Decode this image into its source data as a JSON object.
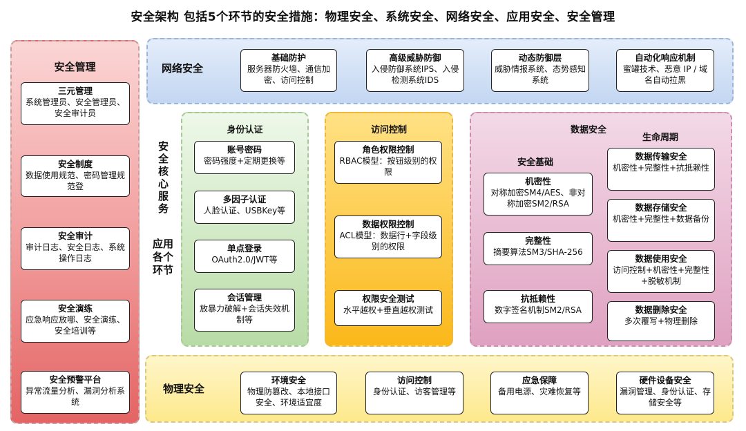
{
  "title": "安全架构 包括5个环节的安全措施：物理安全、系统安全、网络安全、应用安全、安全管理",
  "management": {
    "label": "安全管理",
    "items": [
      {
        "title": "三元管理",
        "desc": "系统管理员、安全管理员、安全审计员"
      },
      {
        "title": "安全制度",
        "desc": "数据使用规范、密码管理规范登"
      },
      {
        "title": "安全审计",
        "desc": "审计日志、安全日志、系统操作日志"
      },
      {
        "title": "安全演练",
        "desc": "应急响应放哪、安全演练、安全培训等"
      },
      {
        "title": "安全预警平台",
        "desc": "异常流量分析、漏洞分析系统"
      }
    ]
  },
  "network": {
    "label": "网络安全",
    "items": [
      {
        "title": "基础防护",
        "desc": "服务器防火墙、通信加密、访问控制"
      },
      {
        "title": "高级威胁防御",
        "desc": "入侵防御系统IPS、入侵检测系统IDS"
      },
      {
        "title": "动态防御层",
        "desc": "威胁情报系统、态势感知系统"
      },
      {
        "title": "自动化响应机制",
        "desc": "蜜罐技术、恶意 IP / 域名自动拉黑"
      }
    ]
  },
  "center_labels": {
    "core": "安全核心服务",
    "app": "应用各个环节"
  },
  "auth": {
    "label": "身份认证",
    "items": [
      {
        "title": "账号密码",
        "desc": "密码强度+定期更换等"
      },
      {
        "title": "多因子认证",
        "desc": "人脸认证、USBKey等"
      },
      {
        "title": "单点登录",
        "desc": "OAuth2.0/JWT等"
      },
      {
        "title": "会话管理",
        "desc": "放暴力破解+会话失效机制等"
      }
    ]
  },
  "access": {
    "label": "访问控制",
    "items": [
      {
        "title": "角色权限控制",
        "desc": "RBAC模型：按钮级别的权限"
      },
      {
        "title": "数据权限控制",
        "desc": "ACL模型：数据行+字段级别的权限"
      },
      {
        "title": "权限安全测试",
        "desc": "水平越权+垂直越权测试"
      }
    ]
  },
  "data_security": {
    "label": "数据安全",
    "base_label": "安全基础",
    "base_items": [
      {
        "title": "机密性",
        "desc": "对称加密SM4/AES、非对称加密SM2/RSA"
      },
      {
        "title": "完整性",
        "desc": "摘要算法SM3/SHA-256"
      },
      {
        "title": "抗抵赖性",
        "desc": "数字签名机制SM2/RSA"
      }
    ],
    "lifecycle_label": "生命周期",
    "lifecycle_items": [
      {
        "title": "数据传输安全",
        "desc": "机密性+完整性+抗抵赖性"
      },
      {
        "title": "数据存储安全",
        "desc": "机密性+完整性+数据备份"
      },
      {
        "title": "数据使用安全",
        "desc": "访问控制+机密性+完整性+脱敏机制"
      },
      {
        "title": "数据删除安全",
        "desc": "多次覆写+物理删除"
      }
    ]
  },
  "physical": {
    "label": "物理安全",
    "items": [
      {
        "title": "环境安全",
        "desc": "物理防篡改、本地接口安全、环境适宜度"
      },
      {
        "title": "访问控制",
        "desc": "身份认证、访客管理等"
      },
      {
        "title": "应急保障",
        "desc": "备用电源、灾难恢复等"
      },
      {
        "title": "硬件设备安全",
        "desc": "漏洞管理、身份认证、存储安全等"
      }
    ]
  }
}
